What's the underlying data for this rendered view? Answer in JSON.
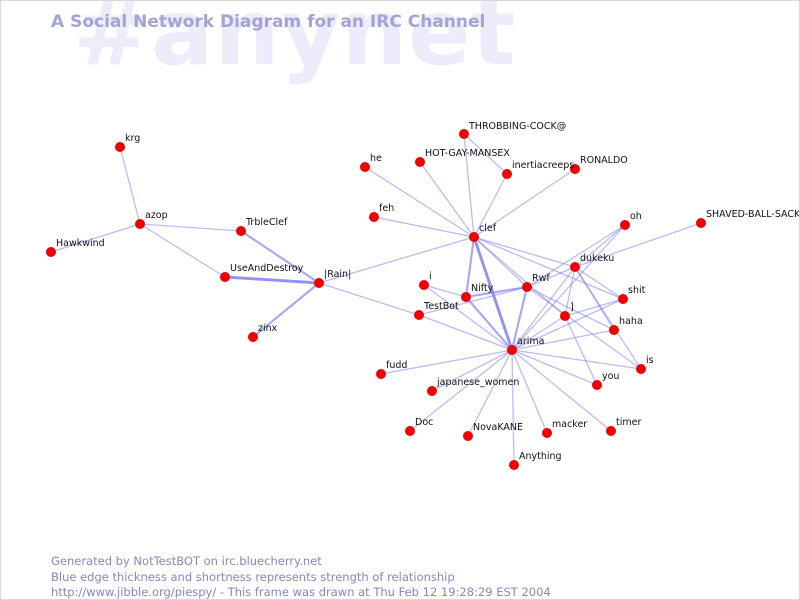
{
  "watermark": "#anynet",
  "title": "A Social Network Diagram for an IRC Channel",
  "footer": {
    "line1": "Generated by NotTestBOT on irc.bluecherry.net",
    "line2": "Blue edge thickness and shortness represents strength of relationship",
    "line3": "http://www.jibble.org/piespy/ - This frame was drawn at Thu Feb 12 19:28:29 EST 2004"
  },
  "colors": {
    "node": "#ee0000",
    "edge": "#7777ee",
    "title": "#a3a3d8",
    "watermark": "#ececfa",
    "footer": "#8686c0"
  },
  "graph": {
    "nodes": [
      {
        "id": "krg",
        "label": "krg"
      },
      {
        "id": "azop",
        "label": "azop"
      },
      {
        "id": "hawkwind",
        "label": "Hawkwind"
      },
      {
        "id": "trbleclef",
        "label": "TrbleClef"
      },
      {
        "id": "useanddestroy",
        "label": "UseAndDestroy"
      },
      {
        "id": "rain",
        "label": "|Rain|"
      },
      {
        "id": "zinx",
        "label": "zinx"
      },
      {
        "id": "throbbing",
        "label": "THROBBING-COCK@"
      },
      {
        "id": "hotgay",
        "label": "HOT-GAY-MANSEX"
      },
      {
        "id": "he",
        "label": "he"
      },
      {
        "id": "inertiacreeps",
        "label": "inertiacreeps"
      },
      {
        "id": "ronaldo",
        "label": "RONALDO"
      },
      {
        "id": "feh",
        "label": "feh"
      },
      {
        "id": "clef",
        "label": "clef"
      },
      {
        "id": "oh",
        "label": "oh"
      },
      {
        "id": "shaved",
        "label": "SHAVED-BALL-SACK"
      },
      {
        "id": "dukeku",
        "label": "dukeku"
      },
      {
        "id": "i",
        "label": "i"
      },
      {
        "id": "nifty",
        "label": "Nifty"
      },
      {
        "id": "rwf",
        "label": "Rwf"
      },
      {
        "id": "shit",
        "label": "shit"
      },
      {
        "id": "testbot",
        "label": "TestBot"
      },
      {
        "id": "bracket",
        "label": "]"
      },
      {
        "id": "haha",
        "label": "haha"
      },
      {
        "id": "arima",
        "label": "arima"
      },
      {
        "id": "is",
        "label": "is"
      },
      {
        "id": "fudd",
        "label": "fudd"
      },
      {
        "id": "japanese",
        "label": "japanese_women"
      },
      {
        "id": "you",
        "label": "you"
      },
      {
        "id": "doc",
        "label": "Doc"
      },
      {
        "id": "novakane",
        "label": "NovaKANE"
      },
      {
        "id": "macker",
        "label": "macker"
      },
      {
        "id": "timer",
        "label": "timer"
      },
      {
        "id": "anything",
        "label": "Anything"
      }
    ],
    "edges": [
      {
        "source": "krg",
        "target": "azop",
        "weight": 1
      },
      {
        "source": "azop",
        "target": "hawkwind",
        "weight": 1
      },
      {
        "source": "azop",
        "target": "trbleclef",
        "weight": 1
      },
      {
        "source": "azop",
        "target": "useanddestroy",
        "weight": 1
      },
      {
        "source": "trbleclef",
        "target": "rain",
        "weight": 2
      },
      {
        "source": "useanddestroy",
        "target": "rain",
        "weight": 3
      },
      {
        "source": "rain",
        "target": "zinx",
        "weight": 2
      },
      {
        "source": "rain",
        "target": "clef",
        "weight": 1
      },
      {
        "source": "rain",
        "target": "testbot",
        "weight": 1
      },
      {
        "source": "clef",
        "target": "throbbing",
        "weight": 1
      },
      {
        "source": "clef",
        "target": "hotgay",
        "weight": 1
      },
      {
        "source": "clef",
        "target": "he",
        "weight": 1
      },
      {
        "source": "clef",
        "target": "inertiacreeps",
        "weight": 1
      },
      {
        "source": "clef",
        "target": "ronaldo",
        "weight": 1
      },
      {
        "source": "clef",
        "target": "feh",
        "weight": 1
      },
      {
        "source": "clef",
        "target": "dukeku",
        "weight": 1
      },
      {
        "source": "clef",
        "target": "nifty",
        "weight": 2
      },
      {
        "source": "clef",
        "target": "rwf",
        "weight": 1
      },
      {
        "source": "clef",
        "target": "arima",
        "weight": 3
      },
      {
        "source": "clef",
        "target": "shit",
        "weight": 1
      },
      {
        "source": "clef",
        "target": "bracket",
        "weight": 1
      },
      {
        "source": "inertiacreeps",
        "target": "throbbing",
        "weight": 1
      },
      {
        "source": "dukeku",
        "target": "oh",
        "weight": 1
      },
      {
        "source": "dukeku",
        "target": "shaved",
        "weight": 1
      },
      {
        "source": "dukeku",
        "target": "rwf",
        "weight": 1
      },
      {
        "source": "dukeku",
        "target": "arima",
        "weight": 1
      },
      {
        "source": "dukeku",
        "target": "shit",
        "weight": 1
      },
      {
        "source": "dukeku",
        "target": "haha",
        "weight": 1
      },
      {
        "source": "dukeku",
        "target": "is",
        "weight": 1
      },
      {
        "source": "dukeku",
        "target": "bracket",
        "weight": 1
      },
      {
        "source": "oh",
        "target": "rwf",
        "weight": 1
      },
      {
        "source": "oh",
        "target": "arima",
        "weight": 1
      },
      {
        "source": "rwf",
        "target": "nifty",
        "weight": 2
      },
      {
        "source": "rwf",
        "target": "testbot",
        "weight": 1
      },
      {
        "source": "rwf",
        "target": "arima",
        "weight": 2
      },
      {
        "source": "rwf",
        "target": "is",
        "weight": 1
      },
      {
        "source": "rwf",
        "target": "haha",
        "weight": 1
      },
      {
        "source": "nifty",
        "target": "arima",
        "weight": 2
      },
      {
        "source": "nifty",
        "target": "i",
        "weight": 1
      },
      {
        "source": "i",
        "target": "arima",
        "weight": 1
      },
      {
        "source": "testbot",
        "target": "arima",
        "weight": 1
      },
      {
        "source": "bracket",
        "target": "arima",
        "weight": 1
      },
      {
        "source": "bracket",
        "target": "you",
        "weight": 1
      },
      {
        "source": "bracket",
        "target": "shit",
        "weight": 1
      },
      {
        "source": "shit",
        "target": "arima",
        "weight": 1
      },
      {
        "source": "haha",
        "target": "arima",
        "weight": 1
      },
      {
        "source": "arima",
        "target": "is",
        "weight": 1
      },
      {
        "source": "arima",
        "target": "you",
        "weight": 1
      },
      {
        "source": "arima",
        "target": "fudd",
        "weight": 1
      },
      {
        "source": "arima",
        "target": "japanese",
        "weight": 1
      },
      {
        "source": "arima",
        "target": "doc",
        "weight": 1
      },
      {
        "source": "arima",
        "target": "novakane",
        "weight": 1
      },
      {
        "source": "arima",
        "target": "macker",
        "weight": 1
      },
      {
        "source": "arima",
        "target": "timer",
        "weight": 1
      },
      {
        "source": "arima",
        "target": "anything",
        "weight": 1
      }
    ]
  }
}
